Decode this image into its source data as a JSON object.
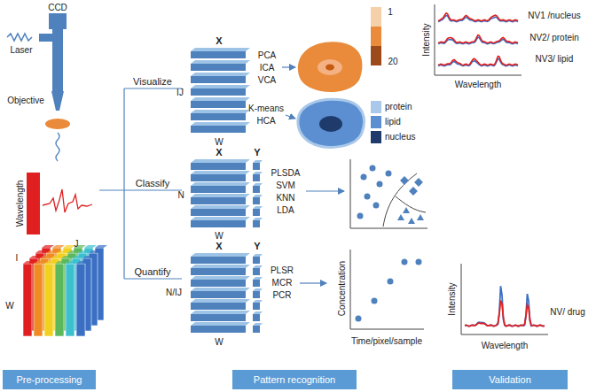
{
  "diagram": {
    "nodes": [
      {
        "text": [
          "Pre-processing"
        ]
      },
      {
        "text": [
          "Pattern recognition"
        ]
      },
      {
        "text": [
          "Validation"
        ]
      }
    ],
    "labels": [
      "Laser",
      "CCD",
      "Objective",
      "Wavelength",
      "I",
      "J",
      "W",
      "Visualize",
      "Classify",
      "Quantify",
      "X",
      "IJ",
      "W",
      "PCA",
      "ICA",
      "VCA",
      "K-means",
      "HCA",
      "1",
      "20",
      "Intensity",
      "Wavelength",
      "NV1 /nucleus",
      "NV2/ protein",
      "NV3/ lipid",
      "X",
      "Y",
      "N",
      "W",
      "PLSDA",
      "SVM",
      "KNN",
      "LDA",
      "X",
      "Y",
      "N/IJ",
      "W",
      "PLSR",
      "MCR",
      "PCR",
      "Concentration",
      "Time/pixel/sample",
      "Intensity",
      "Wavelength",
      "NV/ drug"
    ],
    "legend": [
      {
        "text": "protein",
        "color": "#a9c8ea"
      },
      {
        "text": "lipid",
        "color": "#5b8fd1"
      },
      {
        "text": "nucleus",
        "color": "#1f3b6b"
      }
    ]
  }
}
